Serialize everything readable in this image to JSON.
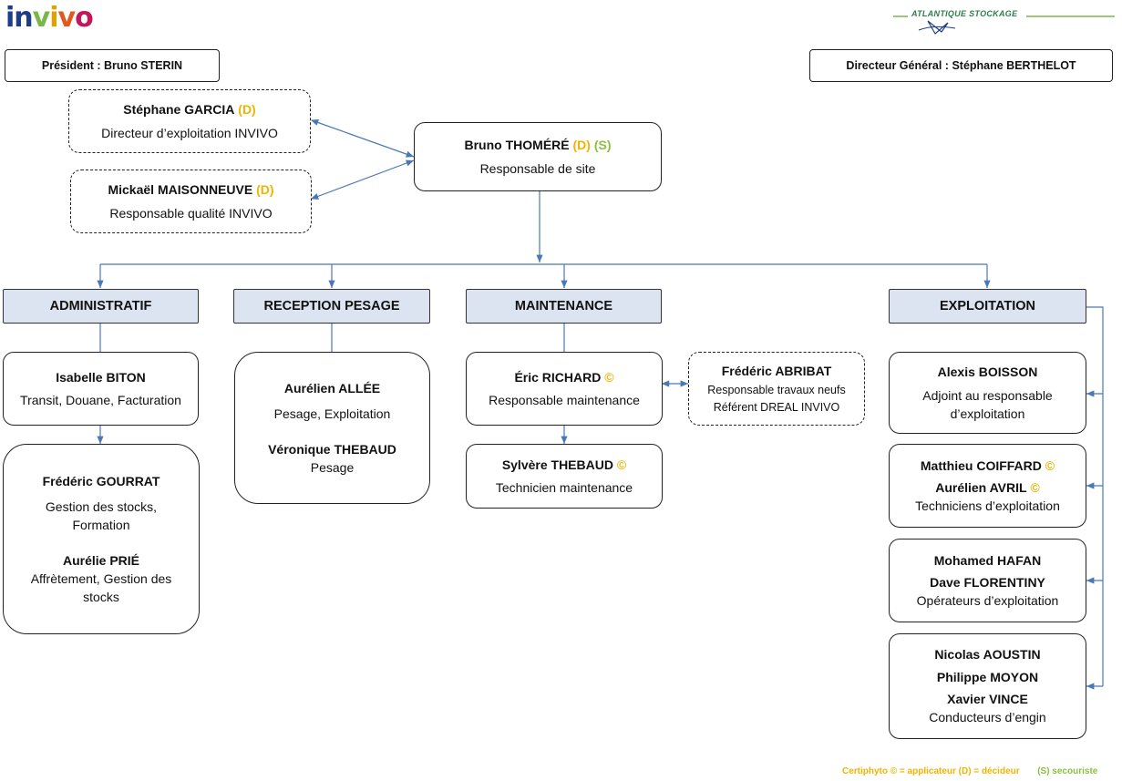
{
  "logos": {
    "invivo": {
      "letters": [
        "i",
        "n",
        "v",
        "i",
        "v",
        "o"
      ],
      "colors": [
        "#1f3c88",
        "#1f3c88",
        "#7ab648",
        "#e2a100",
        "#e05a1e",
        "#c2185b"
      ]
    },
    "atlantique": {
      "text": "ATLANTIQUE  STOCKAGE"
    }
  },
  "top": {
    "president": "Président : Bruno STERIN",
    "dg": "Directeur Général : Stéphane BERTHELOT"
  },
  "advisors": [
    {
      "name": "Stéphane GARCIA",
      "tag": "(D)",
      "role": "Directeur d’exploitation INVIVO"
    },
    {
      "name": "Mickaël MAISONNEUVE",
      "tag": "(D)",
      "role": "Responsable qualité INVIVO"
    }
  ],
  "site_manager": {
    "name": "Bruno THOMÉRÉ",
    "tag_d": "(D)",
    "tag_s": "(S)",
    "role": "Responsable de site"
  },
  "departments": {
    "admin": {
      "title": "ADMINISTRATIF",
      "box1": {
        "name": "Isabelle BITON",
        "role": "Transit, Douane, Facturation"
      },
      "box2": {
        "name1": "Frédéric GOURRAT",
        "role1a": "Gestion des stocks,",
        "role1b": "Formation",
        "name2": "Aurélie PRIÉ",
        "role2a": "Affrètement, Gestion des",
        "role2b": "stocks"
      }
    },
    "reception": {
      "title": "RECEPTION PESAGE",
      "box1": {
        "name1": "Aurélien ALLÉE",
        "role1": "Pesage, Exploitation",
        "name2": "Véronique THEBAUD",
        "role2": "Pesage"
      }
    },
    "maintenance": {
      "title": "MAINTENANCE",
      "box1": {
        "name": "Éric RICHARD",
        "tag": "©",
        "role": "Responsable maintenance"
      },
      "box2": {
        "name": "Sylvère THEBAUD",
        "tag": "©",
        "role": "Technicien maintenance"
      },
      "side": {
        "name": "Frédéric ABRIBAT",
        "role1": "Responsable travaux neufs",
        "role2": "Référent DREAL INVIVO"
      }
    },
    "exploitation": {
      "title": "EXPLOITATION",
      "box1": {
        "name": "Alexis BOISSON",
        "role1": "Adjoint au responsable",
        "role2": "d’exploitation"
      },
      "box2": {
        "name1": "Matthieu COIFFARD",
        "tag1": "©",
        "name2": "Aurélien AVRIL",
        "tag2": "©",
        "role": "Techniciens d’exploitation"
      },
      "box3": {
        "name1": "Mohamed HAFAN",
        "name2": "Dave FLORENTINY",
        "role": "Opérateurs d’exploitation"
      },
      "box4": {
        "name1": "Nicolas AOUSTIN",
        "name2": "Philippe MOYON",
        "name3": "Xavier VINCE",
        "role": "Conducteurs d’engin"
      }
    }
  },
  "legend": {
    "certiphyto": "Certiphyto © = applicateur  (D) = décideur",
    "secouriste": "(S) secouriste",
    "color_yellow": "#f0b400",
    "color_green": "#8cbf3f"
  },
  "colors": {
    "header_fill": "#dbe4f0",
    "connector": "#4a78b5"
  }
}
